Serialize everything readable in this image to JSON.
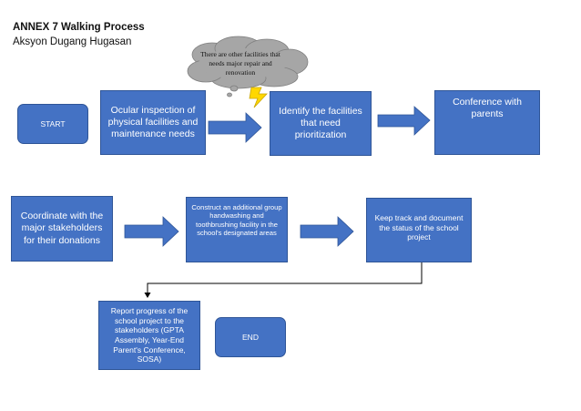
{
  "header": {
    "title": "ANNEX 7 Walking Process",
    "subtitle": "Aksyon Dugang Hugasan"
  },
  "callout": {
    "text": "There are other facilities that needs major repair and renovation"
  },
  "steps": {
    "start": "START",
    "ocular": "Ocular inspection of physical facilities and maintenance needs",
    "identify": "Identify the facilities that need prioritization",
    "conference": "Conference with parents",
    "coordinate": "Coordinate with the major stakeholders for their donations",
    "construct": "Construct an additional group handwashing and toothbrushing facility in the school's designated areas",
    "track": "Keep track and document the status of the school project",
    "report": "Report progress of the school project to the stakeholders (GPTA Assembly, Year-End Parent's Conference, SOSA)",
    "end": "END"
  },
  "colors": {
    "box_fill": "#4472c4",
    "box_border": "#2f5597",
    "cloud_fill": "#a6a6a6",
    "lightning": "#ffd700"
  }
}
